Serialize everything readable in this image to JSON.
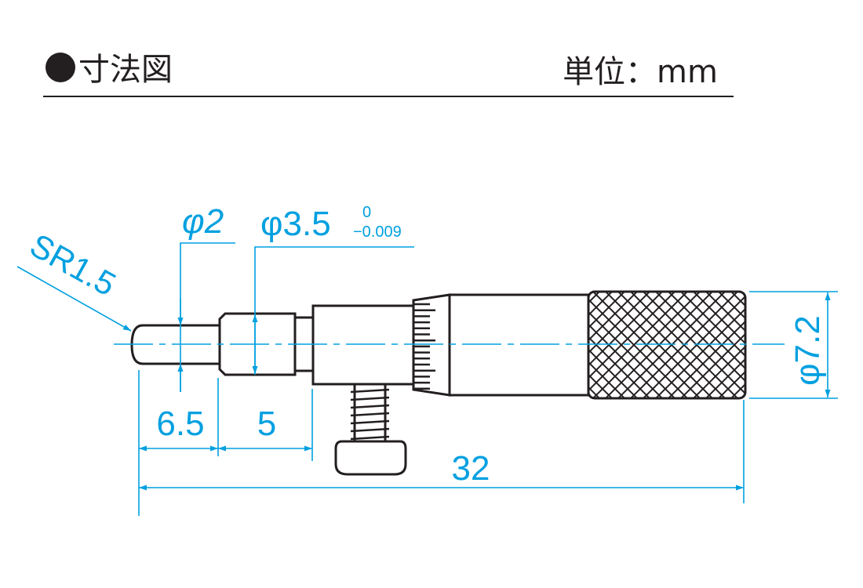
{
  "header": {
    "title": "寸法図",
    "unit_label": "単位：mm"
  },
  "dimensions": {
    "sr": "SR1.5",
    "d_tip": "φ2",
    "d_spindle": "φ3.5",
    "d_spindle_tol_upper": "0",
    "d_spindle_tol_lower": "−0.009",
    "d_thimble": "φ7.2",
    "len_tip": "6.5",
    "len_step": "5",
    "len_total": "32"
  },
  "colors": {
    "dimension": "#00a0e0",
    "outline": "#231f20"
  }
}
